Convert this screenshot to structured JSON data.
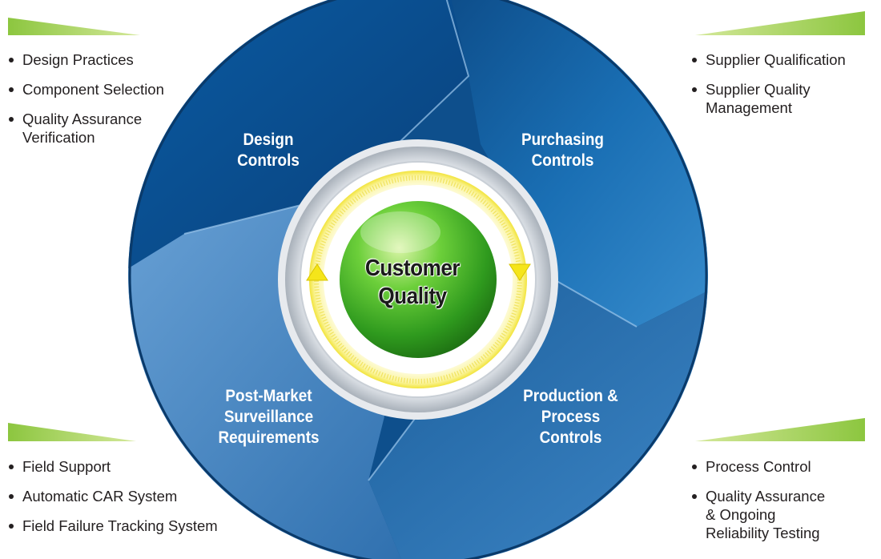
{
  "center": {
    "line1": "Customer",
    "line2": "Quality"
  },
  "quadrants": {
    "design": {
      "line1": "Design",
      "line2": "Controls"
    },
    "purchasing": {
      "line1": "Purchasing",
      "line2": "Controls"
    },
    "production": {
      "line1": "Production &",
      "line2": "Process",
      "line3": "Controls"
    },
    "post_market": {
      "line1": "Post-Market",
      "line2": "Surveillance",
      "line3": "Requirements"
    }
  },
  "lists": {
    "design": [
      "Design Practices",
      "Component Selection",
      "Quality Assurance",
      "Verification"
    ],
    "purchasing": [
      "Supplier Qualification",
      "Supplier Quality",
      "Management"
    ],
    "post_market": [
      "Field Support",
      "Automatic CAR System",
      "Field Failure Tracking System"
    ],
    "production": [
      "Process Control",
      "Quality Assurance",
      "& Ongoing",
      "Reliability Testing"
    ]
  },
  "colors": {
    "blue_dark": "#0c4f8a",
    "blue_mid": "#1a7cc0",
    "blue_light": "#5b97cf",
    "green_sphere": "#3fae2a",
    "arrow_yellow": "#f5e51a",
    "accent_green": "#8dc63f"
  }
}
